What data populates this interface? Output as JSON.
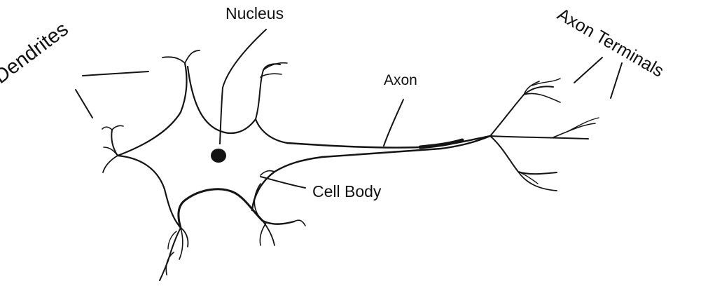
{
  "labels": {
    "nucleus": "Nucleus",
    "dendrites": "Dendrites",
    "axon": "Axon",
    "axon_terminals": "Axon Terminals",
    "cell_body": "Cell Body"
  },
  "colors": {
    "ink": "#141414",
    "background": "#ffffff"
  }
}
